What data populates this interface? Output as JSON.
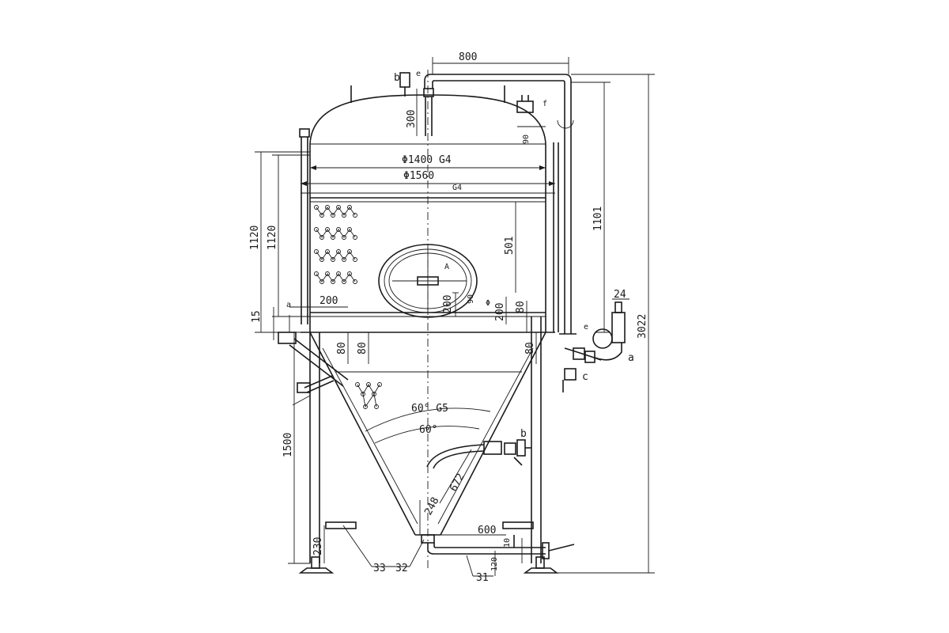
{
  "dimensions": {
    "top_width": "800",
    "head_height": "300",
    "inner_diameter": "Φ1400 G4",
    "outer_diameter": "Φ1560",
    "outer_grade": "G4",
    "top_gap": "90",
    "left_height_a": "1120",
    "left_height_b": "1120",
    "left_offset": "15",
    "nozzle_offset": "200",
    "manway_height": "501",
    "manway_bottom": "200",
    "manway_side": "90",
    "port_height": "200",
    "port_diameter": "Φ",
    "right_side_offset": "80",
    "cone_offset_a": "80",
    "cone_offset_b": "80",
    "cone_offset_c": "80",
    "cone_angle_outer": "60° G5",
    "cone_angle_inner": "60°",
    "cone_slant": "672",
    "cone_bottom": "248",
    "leg_height": "1500",
    "foot_height": "230",
    "bottom_pipe_length": "600",
    "small_dim": "10",
    "bottom_right_dim": "120",
    "jacket_height": "1101",
    "total_height": "3022",
    "nozzle_size": "24"
  },
  "callouts": {
    "c33": "33",
    "c32": "32",
    "c31": "31"
  },
  "letters": {
    "b_top": "b",
    "e_top": "e",
    "f_top": "f",
    "a_left": "a",
    "e_right": "e",
    "a_right": "a",
    "c_right": "c",
    "b_cone": "b",
    "manway_a": "A"
  }
}
